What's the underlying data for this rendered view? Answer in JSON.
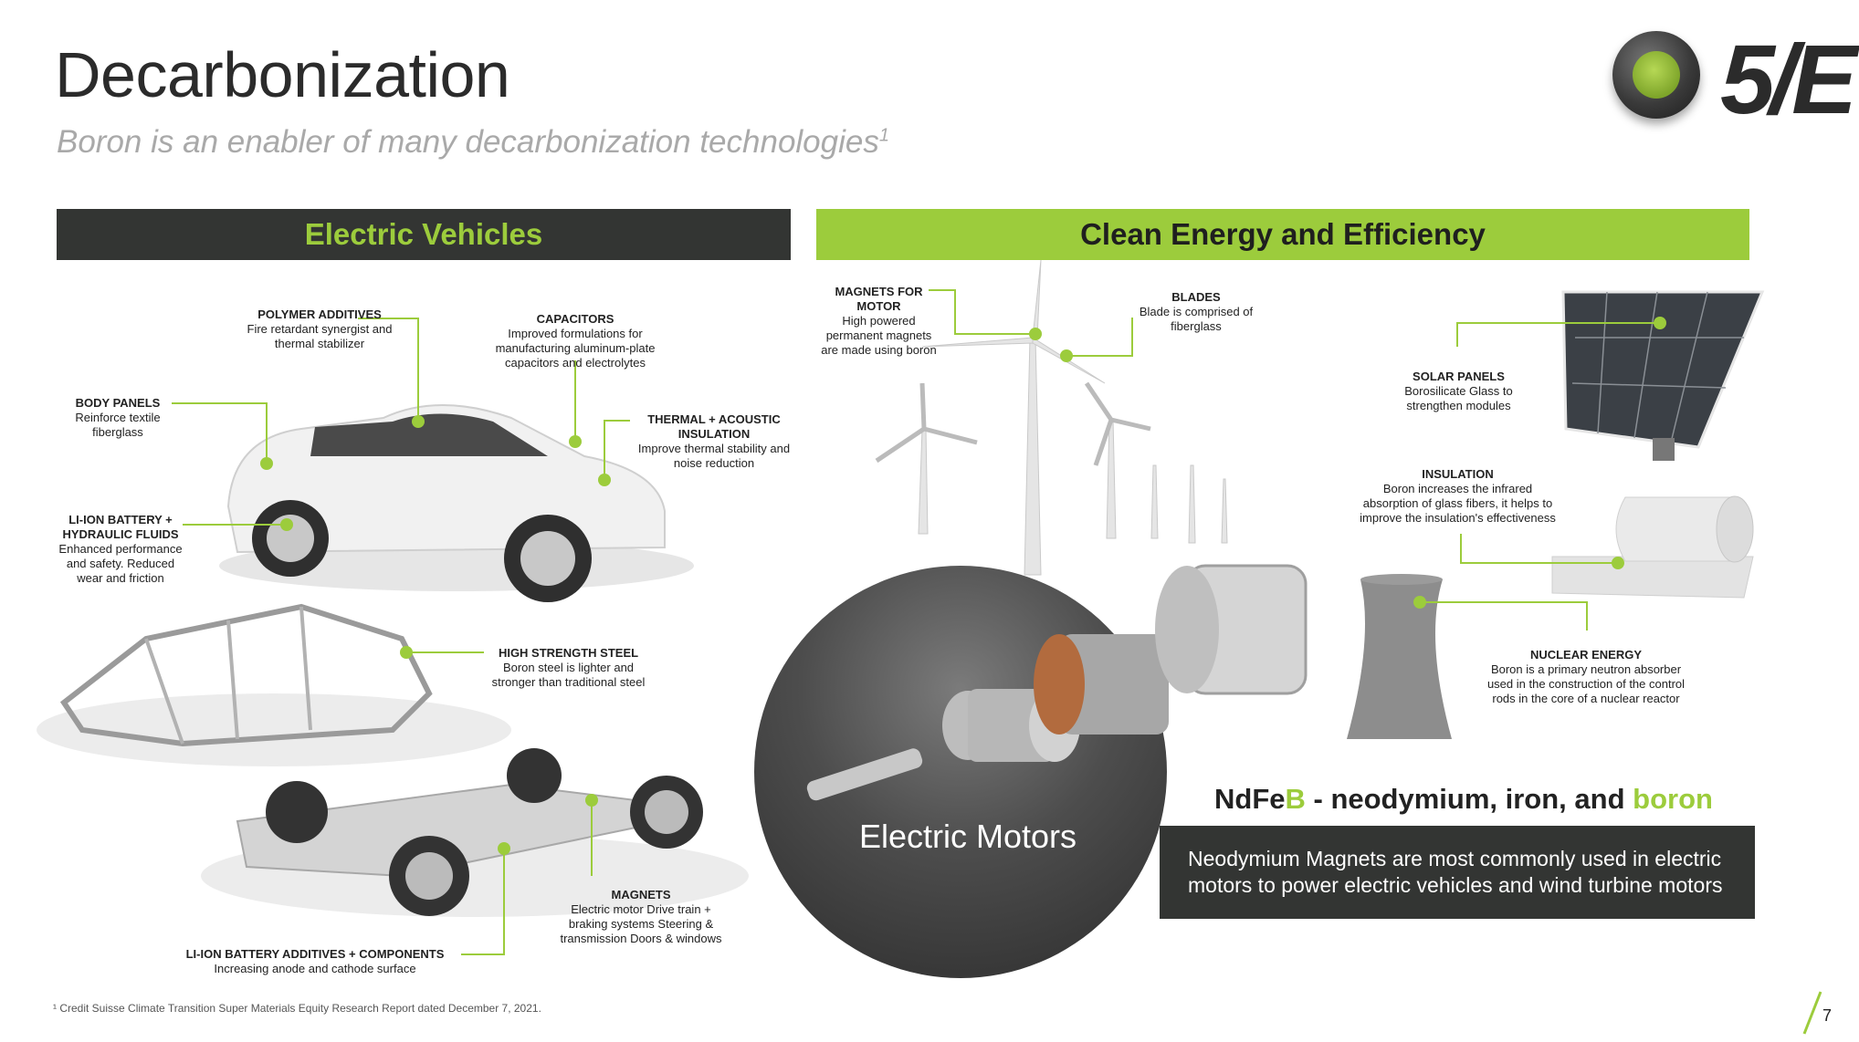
{
  "header": {
    "title": "Decarbonization",
    "subtitle": "Boron is an enabler of many decarbonization technologies",
    "subtitle_sup": "1",
    "logo_text": "5/E"
  },
  "banners": {
    "ev": "Electric Vehicles",
    "clean": "Clean Energy and Efficiency"
  },
  "ev_labels": {
    "polymer": {
      "title": "POLYMER ADDITIVES",
      "desc": "Fire retardant synergist and thermal stabilizer"
    },
    "capacitors": {
      "title": "CAPACITORS",
      "desc": "Improved formulations for manufacturing aluminum-plate capacitors and electrolytes"
    },
    "body_panels": {
      "title": "BODY PANELS",
      "desc": "Reinforce textile fiberglass"
    },
    "thermal": {
      "title": "THERMAL + ACOUSTIC INSULATION",
      "desc": "Improve thermal stability and noise reduction"
    },
    "battery_fluids": {
      "title": "LI-ION BATTERY + HYDRAULIC FLUIDS",
      "desc": "Enhanced performance and safety. Reduced wear and friction"
    },
    "steel": {
      "title": "HIGH STRENGTH STEEL",
      "desc": "Boron steel is lighter and stronger than traditional steel"
    },
    "magnets": {
      "title": "MAGNETS",
      "desc": "Electric motor Drive train + braking systems Steering & transmission Doors & windows"
    },
    "battery_additives": {
      "title": "LI-ION BATTERY ADDITIVES + COMPONENTS",
      "desc": "Increasing anode and cathode surface"
    }
  },
  "ce_labels": {
    "magnets_motor": {
      "title": "MAGNETS FOR MOTOR",
      "desc": "High powered permanent magnets are made using boron"
    },
    "blades": {
      "title": "BLADES",
      "desc": "Blade is comprised of fiberglass"
    },
    "solar": {
      "title": "SOLAR PANELS",
      "desc": "Borosilicate Glass to strengthen modules"
    },
    "insulation": {
      "title": "INSULATION",
      "desc": "Boron increases the infrared absorption of glass fibers, it helps to improve the insulation's effectiveness"
    },
    "nuclear": {
      "title": "NUCLEAR ENERGY",
      "desc": "Boron is a primary neutron absorber used in the construction of the control rods in the core of a nuclear reactor"
    }
  },
  "motors": {
    "label": "Electric Motors",
    "ndfeb_a": "NdFe",
    "ndfeb_b": "B",
    "ndfeb_c": " - neodymium, iron, and ",
    "ndfeb_d": "boron",
    "neo_text": "Neodymium Magnets are most commonly used in electric motors to power electric vehicles and wind turbine motors"
  },
  "footer": {
    "footnote": "¹ Credit Suisse Climate Transition Super Materials Equity Research Report dated December 7, 2021.",
    "page": "7"
  },
  "colors": {
    "accent": "#9ccc3c",
    "dark": "#333533"
  }
}
